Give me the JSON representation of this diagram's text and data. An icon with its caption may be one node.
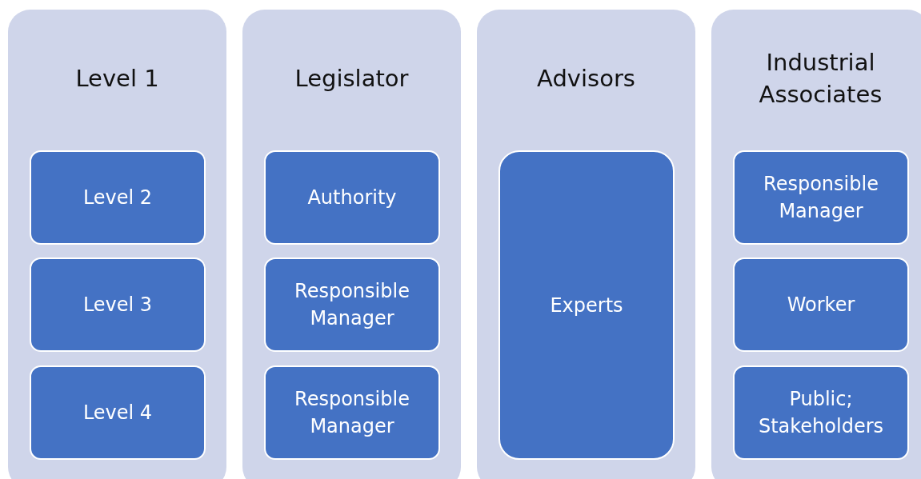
{
  "diagram": {
    "nodes": [
      {
        "text": [
          "Level 1"
        ]
      },
      {
        "text": [
          "Level 2"
        ],
        "in": 0
      },
      {
        "text": [
          "Level 3"
        ],
        "in": 0
      },
      {
        "text": [
          "Level 4"
        ],
        "in": 0
      },
      {
        "text": [
          "Legislator"
        ]
      },
      {
        "text": [
          "Authority"
        ],
        "in": 4
      },
      {
        "text": [
          "Responsible Manager"
        ],
        "in": 4
      },
      {
        "text": [
          "Responsible Manager"
        ],
        "in": 4
      },
      {
        "text": [
          "Advisors"
        ]
      },
      {
        "text": [
          "Experts"
        ],
        "in": 8
      },
      {
        "text": [
          "Industrial Associates"
        ]
      },
      {
        "text": [
          "Responsible Manager"
        ],
        "in": 10
      },
      {
        "text": [
          "Worker"
        ],
        "in": 10
      },
      {
        "text": [
          "Public; Stakeholders"
        ],
        "in": 10
      }
    ]
  }
}
